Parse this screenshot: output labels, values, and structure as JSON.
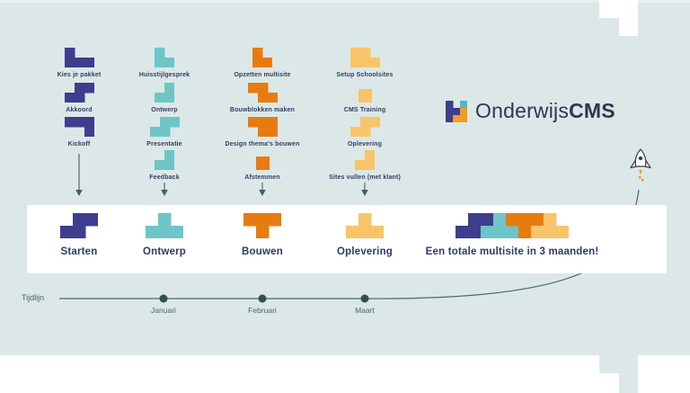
{
  "palette": {
    "bg": "#dbe8e7",
    "purple": "#3e3d8e",
    "teal": "#6ec5c8",
    "orange": "#e87b10",
    "yellow": "#f9c469",
    "navy": "#2e3a66",
    "label": "#323c66",
    "line": "#4f6a6b",
    "dot": "#2e5254",
    "arrow": "#4b5a62",
    "tl_text": "#486570",
    "band_bg": "#ffffff",
    "logo_text": "#34344e"
  },
  "logo": {
    "name_regular": "Onderwijs",
    "name_bold": "CMS",
    "mark": {
      "cell": 8,
      "parts": [
        {
          "color": "#3e3d8e",
          "cells": [
            [
              0,
              0
            ],
            [
              0,
              1
            ],
            [
              1,
              1
            ],
            [
              0,
              2
            ]
          ]
        },
        {
          "color": "#4cb9be",
          "cells": [
            [
              2,
              0
            ]
          ]
        },
        {
          "color": "#f59b1e",
          "cells": [
            [
              2,
              1
            ],
            [
              1,
              2
            ],
            [
              2,
              2
            ]
          ]
        }
      ]
    }
  },
  "columns": [
    {
      "name": "Starten fase",
      "items": [
        {
          "label": "Kies je pakket",
          "piece": {
            "cell": 11,
            "color": "#3e3d8e",
            "cells": [
              [
                0,
                0
              ],
              [
                0,
                1
              ],
              [
                1,
                1
              ],
              [
                2,
                1
              ]
            ]
          }
        },
        {
          "label": "Akkoord",
          "piece": {
            "cell": 11,
            "color": "#3e3d8e",
            "cells": [
              [
                1,
                0
              ],
              [
                2,
                0
              ],
              [
                0,
                1
              ],
              [
                1,
                1
              ]
            ]
          }
        },
        {
          "label": "Kickoff",
          "piece": {
            "cell": 11,
            "color": "#3e3d8e",
            "cells": [
              [
                0,
                0
              ],
              [
                1,
                0
              ],
              [
                2,
                0
              ],
              [
                2,
                1
              ]
            ]
          }
        }
      ]
    },
    {
      "name": "Ontwerp fase",
      "items": [
        {
          "label": "Huisstijlgesprek",
          "piece": {
            "cell": 11,
            "color": "#6ec5c8",
            "cells": [
              [
                0,
                0
              ],
              [
                0,
                1
              ],
              [
                1,
                1
              ]
            ]
          }
        },
        {
          "label": "Ontwerp",
          "piece": {
            "cell": 11,
            "color": "#6ec5c8",
            "cells": [
              [
                1,
                0
              ],
              [
                0,
                1
              ],
              [
                1,
                1
              ]
            ]
          }
        },
        {
          "label": "Presentatie",
          "piece": {
            "cell": 11,
            "color": "#6ec5c8",
            "cells": [
              [
                1,
                0
              ],
              [
                2,
                0
              ],
              [
                0,
                1
              ],
              [
                1,
                1
              ]
            ]
          }
        },
        {
          "label": "Feedback",
          "piece": {
            "cell": 11,
            "color": "#6ec5c8",
            "cells": [
              [
                1,
                0
              ],
              [
                0,
                1
              ],
              [
                1,
                1
              ]
            ]
          }
        }
      ]
    },
    {
      "name": "Bouwen fase",
      "items": [
        {
          "label": "Opzetten multisite",
          "piece": {
            "cell": 11,
            "color": "#e87b10",
            "cells": [
              [
                0,
                0
              ],
              [
                0,
                1
              ],
              [
                1,
                1
              ]
            ]
          }
        },
        {
          "label": "Bouwblokken maken",
          "piece": {
            "cell": 11,
            "color": "#e87b10",
            "cells": [
              [
                0,
                0
              ],
              [
                1,
                0
              ],
              [
                1,
                1
              ],
              [
                2,
                1
              ]
            ]
          }
        },
        {
          "label": "Design thema's bouwen",
          "piece": {
            "cell": 11,
            "color": "#e87b10",
            "cells": [
              [
                0,
                0
              ],
              [
                1,
                0
              ],
              [
                2,
                0
              ],
              [
                1,
                1
              ],
              [
                2,
                1
              ]
            ]
          }
        },
        {
          "label": "Afstemmen",
          "piece": {
            "cell": 15,
            "color": "#e87b10",
            "cells": [
              [
                0,
                0
              ]
            ]
          }
        }
      ]
    },
    {
      "name": "Oplevering fase",
      "items": [
        {
          "label": "Setup Schoolsites",
          "piece": {
            "cell": 11,
            "color": "#f9c469",
            "cells": [
              [
                0,
                0
              ],
              [
                1,
                0
              ],
              [
                0,
                1
              ],
              [
                1,
                1
              ],
              [
                2,
                1
              ]
            ]
          }
        },
        {
          "label": "CMS Training",
          "piece": {
            "cell": 15,
            "color": "#f9c469",
            "cells": [
              [
                0,
                0
              ]
            ]
          }
        },
        {
          "label": "Oplevering",
          "piece": {
            "cell": 11,
            "color": "#f9c469",
            "cells": [
              [
                1,
                0
              ],
              [
                2,
                0
              ],
              [
                0,
                1
              ],
              [
                1,
                1
              ]
            ]
          }
        },
        {
          "label": "Sites vullen (met klant)",
          "piece": {
            "cell": 11,
            "color": "#f9c469",
            "cells": [
              [
                1,
                0
              ],
              [
                0,
                1
              ],
              [
                1,
                1
              ]
            ]
          }
        }
      ]
    }
  ],
  "band": {
    "phases": [
      {
        "label": "Starten",
        "piece": {
          "cell": 14,
          "color": "#3e3d8e",
          "cells": [
            [
              1,
              0
            ],
            [
              2,
              0
            ],
            [
              0,
              1
            ],
            [
              1,
              1
            ]
          ]
        }
      },
      {
        "label": "Ontwerp",
        "piece": {
          "cell": 14,
          "color": "#6ec5c8",
          "cells": [
            [
              1,
              0
            ],
            [
              0,
              1
            ],
            [
              1,
              1
            ],
            [
              2,
              1
            ]
          ]
        }
      },
      {
        "label": "Bouwen",
        "piece": {
          "cell": 14,
          "color": "#e87b10",
          "cells": [
            [
              0,
              0
            ],
            [
              1,
              0
            ],
            [
              2,
              0
            ],
            [
              1,
              1
            ]
          ]
        }
      },
      {
        "label": "Oplevering",
        "piece": {
          "cell": 14,
          "color": "#f9c469",
          "cells": [
            [
              1,
              0
            ],
            [
              0,
              1
            ],
            [
              1,
              1
            ],
            [
              2,
              1
            ]
          ]
        }
      }
    ],
    "summary": {
      "label": "Een totale multisite in 3 maanden!",
      "piece": {
        "cell": 14,
        "parts": [
          {
            "color": "#3e3d8e",
            "cells": [
              [
                1,
                0
              ],
              [
                2,
                0
              ],
              [
                0,
                1
              ],
              [
                1,
                1
              ]
            ]
          },
          {
            "color": "#6ec5c8",
            "cells": [
              [
                3,
                0
              ],
              [
                2,
                1
              ],
              [
                3,
                1
              ],
              [
                4,
                1
              ]
            ]
          },
          {
            "color": "#e87b10",
            "cells": [
              [
                4,
                0
              ],
              [
                5,
                0
              ],
              [
                6,
                0
              ],
              [
                5,
                1
              ]
            ]
          },
          {
            "color": "#f9c469",
            "cells": [
              [
                7,
                0
              ],
              [
                6,
                1
              ],
              [
                7,
                1
              ],
              [
                8,
                1
              ]
            ]
          }
        ]
      }
    }
  },
  "timeline": {
    "label": "Tijdlijn",
    "months": [
      "Januari",
      "Februari",
      "Maart"
    ]
  }
}
